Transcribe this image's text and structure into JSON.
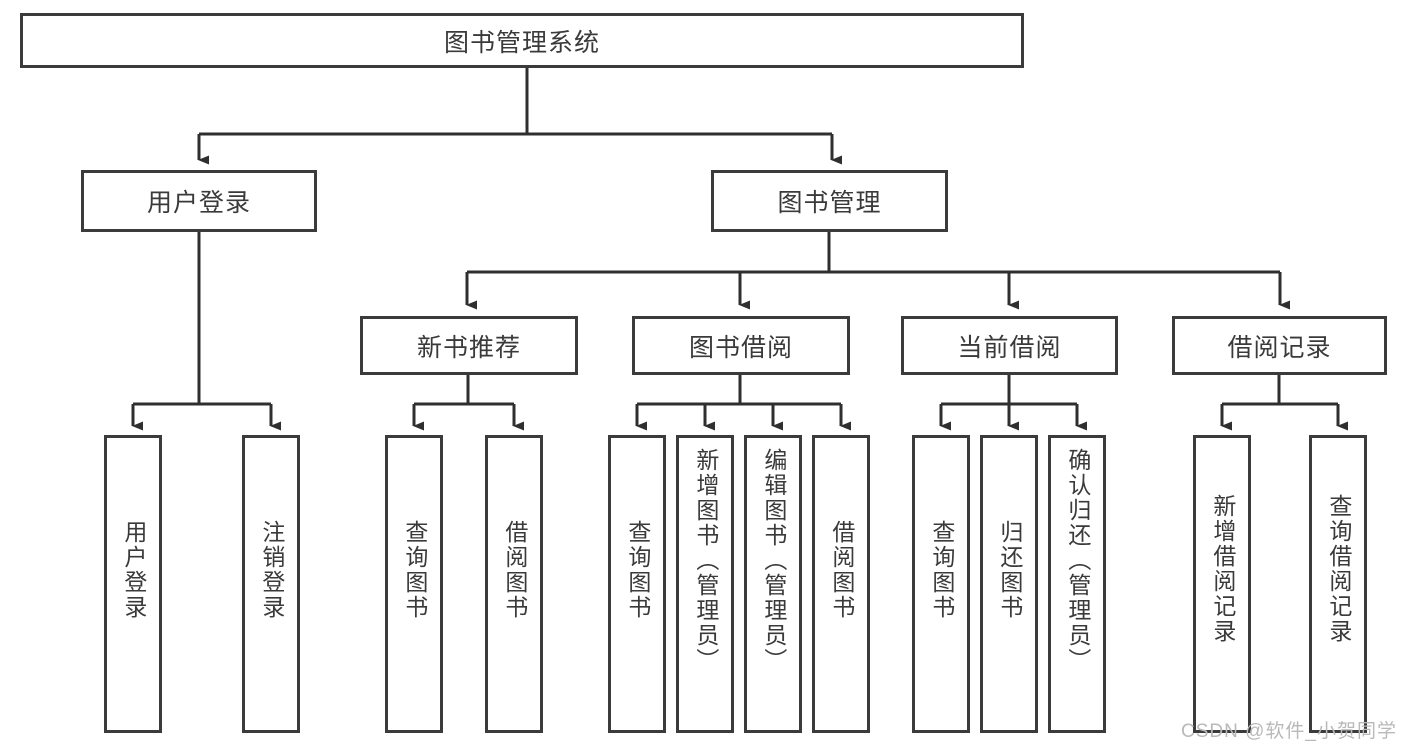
{
  "diagram": {
    "type": "tree",
    "title": "图书管理系统",
    "watermark": "CSDN @软件_小贺同学",
    "colors": {
      "stroke": "#3b3b3b",
      "fill": "#ffffff",
      "text": "#3a3a3a",
      "watermark": "#b9b9b9"
    },
    "root": {
      "label": "图书管理系统"
    },
    "level2": [
      {
        "label": "用户登录"
      },
      {
        "label": "图书管理"
      }
    ],
    "level3": [
      {
        "label": "新书推荐"
      },
      {
        "label": "图书借阅"
      },
      {
        "label": "当前借阅"
      },
      {
        "label": "借阅记录"
      }
    ],
    "leaves": {
      "user_login": [
        {
          "label": "用户登录"
        },
        {
          "label": "注销登录"
        }
      ],
      "new_book": [
        {
          "label": "查询图书"
        },
        {
          "label": "借阅图书"
        }
      ],
      "book_borrow": [
        {
          "label": "查询图书"
        },
        {
          "label": "新增图书（管理员）"
        },
        {
          "label": "编辑图书（管理员）"
        },
        {
          "label": "借阅图书"
        }
      ],
      "current_borrow": [
        {
          "label": "查询图书"
        },
        {
          "label": "归还图书"
        },
        {
          "label": "确认归还（管理员）"
        }
      ],
      "borrow_record": [
        {
          "label": "新增借阅记录"
        },
        {
          "label": "查询借阅记录"
        }
      ]
    }
  }
}
